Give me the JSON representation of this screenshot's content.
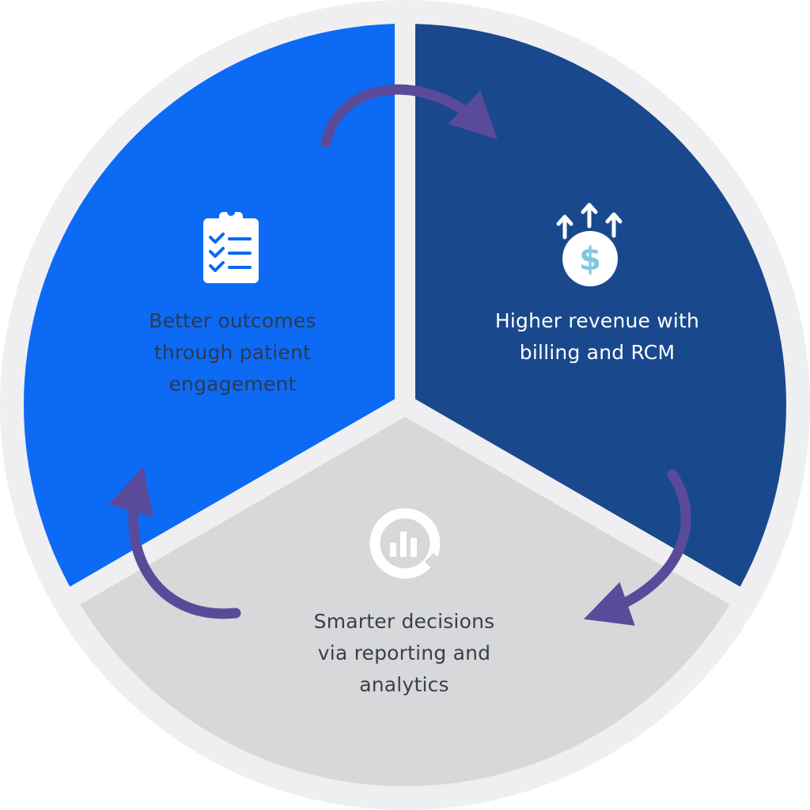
{
  "colors": {
    "outer_ring": "#efeff1",
    "segment_left": "#0c6af5",
    "segment_right": "#19488d",
    "segment_bottom": "#d7d8da",
    "divider": "#efeff1",
    "arrow": "#5a4b9a",
    "icon": "#ffffff",
    "icon_accent": "#7ec8de"
  },
  "segments": [
    {
      "id": "left",
      "icon": "clipboard-checklist-icon",
      "lines": [
        "Better outcomes",
        "through patient",
        "engagement"
      ]
    },
    {
      "id": "right",
      "icon": "revenue-growth-dollar-icon",
      "lines": [
        "Higher revenue with",
        "billing and RCM"
      ]
    },
    {
      "id": "bottom",
      "icon": "analytics-chart-icon",
      "lines": [
        "Smarter decisions",
        "via reporting and",
        "analytics"
      ]
    }
  ],
  "cycle_arrows": [
    "left-to-right",
    "right-to-bottom",
    "bottom-to-left"
  ]
}
